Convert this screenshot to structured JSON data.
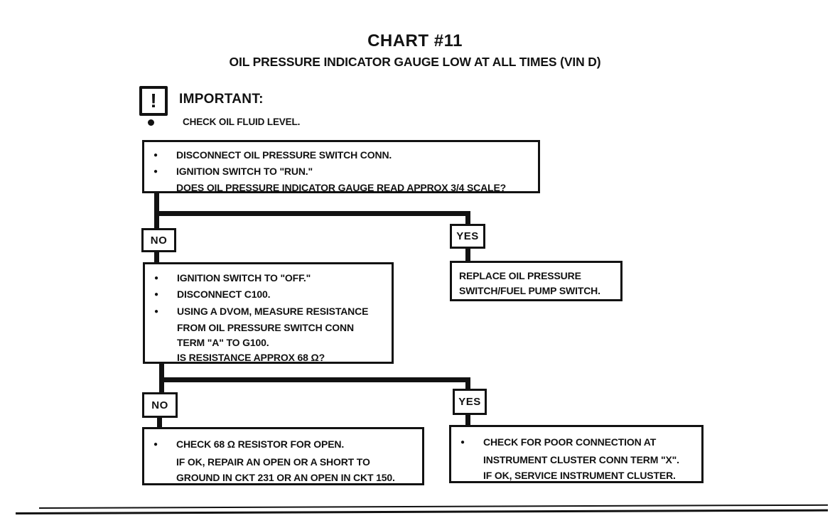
{
  "title": "CHART #11",
  "subtitle": "OIL PRESSURE INDICATOR GAUGE LOW AT ALL TIMES (VIN D)",
  "important": {
    "icon_glyph": "!",
    "label": "IMPORTANT:",
    "note": "CHECK OIL FLUID LEVEL."
  },
  "colors": {
    "ink": "#121212",
    "paper": "#ffffff"
  },
  "flow": {
    "step1": {
      "lines": [
        {
          "text": "DISCONNECT OIL PRESSURE SWITCH CONN."
        },
        {
          "text": "IGNITION SWITCH TO \"RUN.\""
        },
        {
          "text": "DOES OIL PRESSURE INDICATOR GAUGE READ APPROX 3/4 SCALE?"
        }
      ]
    },
    "branch1": {
      "no": "NO",
      "yes": "YES"
    },
    "step2_no": {
      "lines": [
        {
          "text": "IGNITION SWITCH TO \"OFF.\""
        },
        {
          "text": "DISCONNECT C100."
        },
        {
          "text": "USING A DVOM, MEASURE RESISTANCE"
        },
        {
          "text": "FROM OIL PRESSURE SWITCH CONN"
        },
        {
          "text": "TERM \"A\" TO G100."
        },
        {
          "text": "IS RESISTANCE APPROX 68 Ω?"
        }
      ]
    },
    "step2_yes": {
      "lines": [
        {
          "text": "REPLACE OIL PRESSURE"
        },
        {
          "text": "SWITCH/FUEL PUMP SWITCH."
        }
      ]
    },
    "branch2": {
      "no": "NO",
      "yes": "YES"
    },
    "step3_no": {
      "lines": [
        {
          "text": "CHECK 68 Ω RESISTOR FOR OPEN."
        },
        {
          "text": "IF OK, REPAIR AN OPEN OR A SHORT TO"
        },
        {
          "text": "GROUND IN CKT 231 OR AN OPEN IN CKT 150."
        }
      ]
    },
    "step3_yes": {
      "lines": [
        {
          "text": "CHECK FOR POOR CONNECTION AT"
        },
        {
          "text": "INSTRUMENT CLUSTER CONN TERM \"X\"."
        },
        {
          "text": "IF OK, SERVICE INSTRUMENT CLUSTER."
        }
      ]
    }
  }
}
